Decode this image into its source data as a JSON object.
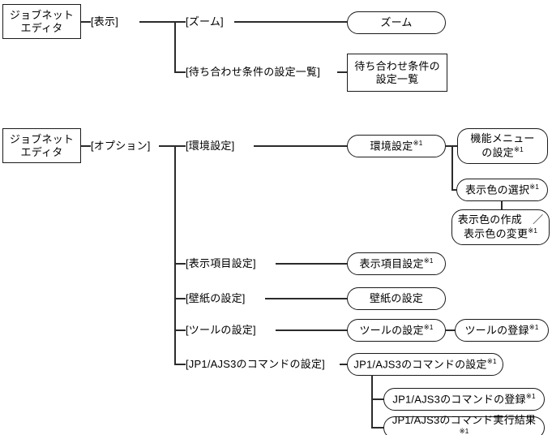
{
  "diagram": {
    "type": "menu-hierarchy-tree",
    "title": "",
    "note_marker": "※1",
    "sections": [
      {
        "id": "view-section",
        "root": "ジョブネット\nエディタ",
        "root_line1": "ジョブネット",
        "root_line2": "エディタ",
        "menu": "[表示]",
        "items": [
          {
            "menu_label": "[ズーム]",
            "window_line1": "ズーム",
            "window_line2": "",
            "window_note": "",
            "shape": "round"
          },
          {
            "menu_label": "[待ち合わせ条件の設定一覧]",
            "window_line1": "待ち合わせ条件の",
            "window_line2": "設定一覧",
            "window_note": "",
            "shape": "rect"
          }
        ]
      },
      {
        "id": "option-section",
        "root_line1": "ジョブネット",
        "root_line2": "エディタ",
        "menu": "[オプション]",
        "items": [
          {
            "menu_label": "[環境設定]",
            "window_line1": "環境設定",
            "window_note": "※1",
            "shape": "round",
            "children": [
              {
                "line1": "機能メニュー",
                "line2": "の設定",
                "note": "※1",
                "shape": "round",
                "children": []
              },
              {
                "line1": "表示色の選択",
                "line2": "",
                "note": "※1",
                "shape": "round",
                "children": [
                  {
                    "line1": "表示色の作成　／",
                    "line2": "表示色の変更",
                    "note": "※1",
                    "shape": "round",
                    "children": []
                  }
                ]
              }
            ]
          },
          {
            "menu_label": "[表示項目設定]",
            "window_line1": "表示項目設定",
            "window_note": "※1",
            "shape": "round",
            "children": []
          },
          {
            "menu_label": "[壁紙の設定]",
            "window_line1": "壁紙の設定",
            "window_note": "",
            "shape": "round",
            "children": []
          },
          {
            "menu_label": "[ツールの設定]",
            "window_line1": "ツールの設定",
            "window_note": "※1",
            "shape": "round",
            "children": [
              {
                "line1": "ツールの登録",
                "line2": "",
                "note": "※1",
                "shape": "round",
                "children": []
              }
            ]
          },
          {
            "menu_label": "[JP1/AJS3のコマンドの設定]",
            "window_line1": "JP1/AJS3のコマンドの設定",
            "window_note": "※1",
            "shape": "round",
            "children": [
              {
                "line1": "JP1/AJS3のコマンドの登録",
                "line2": "",
                "note": "※1",
                "shape": "round",
                "children": []
              },
              {
                "line1": "JP1/AJS3のコマンド実行結果",
                "line2": "",
                "note": "※1",
                "shape": "round",
                "children": []
              }
            ]
          }
        ]
      }
    ],
    "colors": {
      "line": "#2b2b2b",
      "border": "#1a1a1a",
      "background": "#ffffff",
      "text": "#000000"
    }
  }
}
